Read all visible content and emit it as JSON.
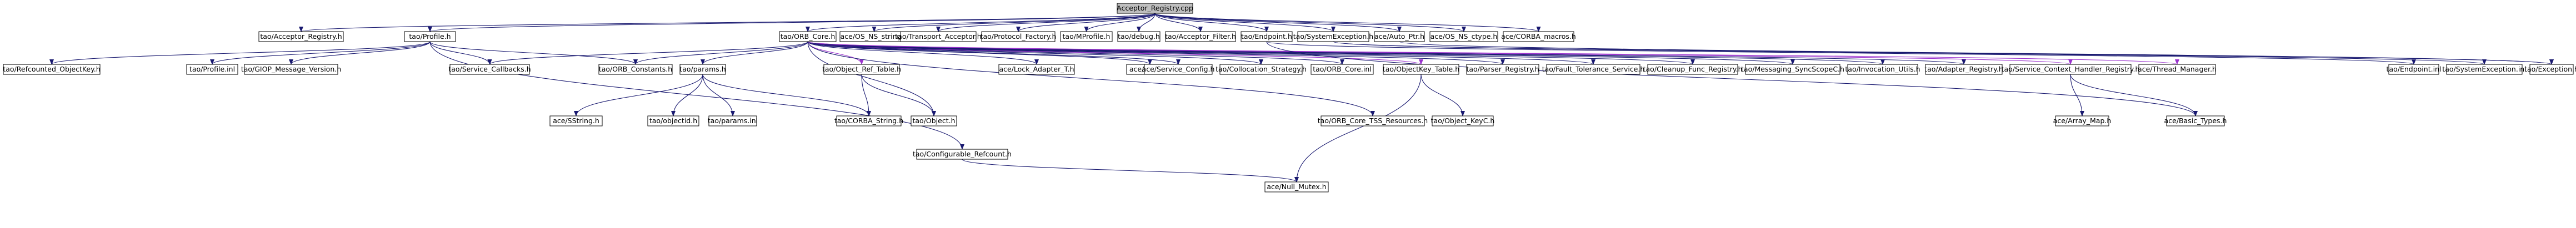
{
  "graph": {
    "root": "Acceptor_Registry.cpp",
    "edge_colors": {
      "default": "#191970",
      "alt": "#9a32cd",
      "cyan": "#40b0c0"
    },
    "node_colors": {
      "root_fill": "#bfbfbf",
      "fill": "#ffffff",
      "text": "#000000",
      "missing_border": "#ff0000"
    },
    "nodes": [
      {
        "id": "root",
        "label": "Acceptor_Registry.cpp",
        "root": true
      },
      {
        "id": "acc_reg_h",
        "label": "tao/Acceptor_Registry.h"
      },
      {
        "id": "profile_h",
        "label": "tao/Profile.h"
      },
      {
        "id": "orb_core_h",
        "label": "tao/ORB_Core.h"
      },
      {
        "id": "os_ns_string",
        "label": "ace/OS_NS_string.h"
      },
      {
        "id": "transport_acc",
        "label": "tao/Transport_Acceptor.h"
      },
      {
        "id": "protocol_factory",
        "label": "tao/Protocol_Factory.h"
      },
      {
        "id": "mprofile_h",
        "label": "tao/MProfile.h"
      },
      {
        "id": "debug_h",
        "label": "tao/debug.h"
      },
      {
        "id": "acceptor_filter",
        "label": "tao/Acceptor_Filter.h"
      },
      {
        "id": "endpoint_h",
        "label": "tao/Endpoint.h"
      },
      {
        "id": "sysexc_h",
        "label": "tao/SystemException.h"
      },
      {
        "id": "auto_ptr",
        "label": "ace/Auto_Ptr.h"
      },
      {
        "id": "os_ns_ctype",
        "label": "ace/OS_NS_ctype.h"
      },
      {
        "id": "corba_macros",
        "label": "ace/CORBA_macros.h"
      },
      {
        "id": "refcounted_ok",
        "label": "tao/Refcounted_ObjectKey.h"
      },
      {
        "id": "profile_inl",
        "label": "tao/Profile.inl"
      },
      {
        "id": "giop_msg_ver",
        "label": "tao/GIOP_Message_Version.h"
      },
      {
        "id": "svc_callbacks",
        "label": "tao/Service_Callbacks.h"
      },
      {
        "id": "orb_constants",
        "label": "tao/ORB_Constants.h"
      },
      {
        "id": "params_h",
        "label": "tao/params.h"
      },
      {
        "id": "obj_ref_table",
        "label": "tao/Object_Ref_Table.h"
      },
      {
        "id": "lock_adapter",
        "label": "ace/Lock_Adapter_T.h",
        "missing": true
      },
      {
        "id": "tss_t",
        "label": "ace/TSS_T.h",
        "missing": true
      },
      {
        "id": "service_config",
        "label": "ace/Service_Config.h"
      },
      {
        "id": "collocation_strategy",
        "label": "tao/Collocation_Strategy.h"
      },
      {
        "id": "orb_core_inl",
        "label": "tao/ORB_Core.inl",
        "missing": true
      },
      {
        "id": "objectkey_table",
        "label": "tao/ObjectKey_Table.h"
      },
      {
        "id": "parser_registry",
        "label": "tao/Parser_Registry.h"
      },
      {
        "id": "fault_tol",
        "label": "tao/Fault_Tolerance_Service.h"
      },
      {
        "id": "cleanup_func",
        "label": "tao/Cleanup_Func_Registry.h"
      },
      {
        "id": "messaging_sync",
        "label": "tao/Messaging_SyncScopeC.h"
      },
      {
        "id": "invocation_utils",
        "label": "tao/Invocation_Utils.h"
      },
      {
        "id": "adapter_registry",
        "label": "tao/Adapter_Registry.h",
        "missing": true
      },
      {
        "id": "svc_ctx_handler",
        "label": "tao/Service_Context_Handler_Registry.h"
      },
      {
        "id": "thread_manager",
        "label": "ace/Thread_Manager.h",
        "missing": true
      },
      {
        "id": "endpoint_inl",
        "label": "tao/Endpoint.inl"
      },
      {
        "id": "sysexc_inl",
        "label": "tao/SystemException.inl"
      },
      {
        "id": "exception_h",
        "label": "tao/Exception.h",
        "missing": true
      },
      {
        "id": "sstring_h",
        "label": "ace/SString.h",
        "missing": true
      },
      {
        "id": "objectid_h",
        "label": "tao/objectid.h"
      },
      {
        "id": "params_inl",
        "label": "tao/params.inl"
      },
      {
        "id": "corba_string",
        "label": "tao/CORBA_String.h"
      },
      {
        "id": "object_h",
        "label": "tao/Object.h",
        "missing": true
      },
      {
        "id": "orb_core_tss",
        "label": "tao/ORB_Core_TSS_Resources.h"
      },
      {
        "id": "object_keyc",
        "label": "tao/Object_KeyC.h"
      },
      {
        "id": "array_map",
        "label": "ace/Array_Map.h",
        "missing": true
      },
      {
        "id": "basic_types",
        "label": "ace/Basic_Types.h",
        "missing": true
      },
      {
        "id": "configurable_rc",
        "label": "tao/Configurable_Refcount.h"
      },
      {
        "id": "null_mutex",
        "label": "ace/Null_Mutex.h",
        "missing": true
      }
    ],
    "edges": [
      [
        "root",
        "acc_reg_h"
      ],
      [
        "root",
        "profile_h"
      ],
      [
        "root",
        "orb_core_h"
      ],
      [
        "root",
        "os_ns_string"
      ],
      [
        "root",
        "transport_acc"
      ],
      [
        "root",
        "protocol_factory"
      ],
      [
        "root",
        "mprofile_h"
      ],
      [
        "root",
        "debug_h"
      ],
      [
        "root",
        "acceptor_filter"
      ],
      [
        "root",
        "endpoint_h"
      ],
      [
        "root",
        "sysexc_h"
      ],
      [
        "root",
        "auto_ptr"
      ],
      [
        "root",
        "os_ns_ctype"
      ],
      [
        "root",
        "corba_macros"
      ],
      [
        "profile_h",
        "refcounted_ok"
      ],
      [
        "profile_h",
        "profile_inl"
      ],
      [
        "profile_h",
        "giop_msg_ver"
      ],
      [
        "profile_h",
        "svc_callbacks"
      ],
      [
        "profile_h",
        "orb_constants"
      ],
      [
        "profile_h",
        "configurable_rc"
      ],
      [
        "orb_core_h",
        "svc_callbacks"
      ],
      [
        "orb_core_h",
        "orb_constants"
      ],
      [
        "orb_core_h",
        "params_h"
      ],
      [
        "orb_core_h",
        "obj_ref_table"
      ],
      [
        "orb_core_h",
        "object_h"
      ],
      [
        "orb_core_h",
        "lock_adapter"
      ],
      [
        "orb_core_h",
        "tss_t"
      ],
      [
        "orb_core_h",
        "service_config"
      ],
      [
        "orb_core_h",
        "collocation_strategy"
      ],
      [
        "orb_core_h",
        "orb_core_inl"
      ],
      [
        "orb_core_h",
        "orb_core_tss"
      ],
      [
        "orb_core_h",
        "objectkey_table"
      ],
      [
        "orb_core_h",
        "parser_registry"
      ],
      [
        "orb_core_h",
        "fault_tol"
      ],
      [
        "orb_core_h",
        "cleanup_func"
      ],
      [
        "orb_core_h",
        "messaging_sync"
      ],
      [
        "orb_core_h",
        "invocation_utils"
      ],
      [
        "orb_core_h",
        "adapter_registry"
      ],
      [
        "orb_core_h",
        "svc_ctx_handler"
      ],
      [
        "orb_core_h",
        "thread_manager"
      ],
      [
        "params_h",
        "sstring_h"
      ],
      [
        "params_h",
        "objectid_h"
      ],
      [
        "params_h",
        "params_inl"
      ],
      [
        "params_h",
        "corba_string"
      ],
      [
        "obj_ref_table",
        "corba_string"
      ],
      [
        "obj_ref_table",
        "object_h"
      ],
      [
        "objectkey_table",
        "object_keyc"
      ],
      [
        "objectkey_table",
        "null_mutex"
      ],
      [
        "svc_ctx_handler",
        "array_map"
      ],
      [
        "svc_ctx_handler",
        "basic_types"
      ],
      [
        "endpoint_h",
        "endpoint_inl"
      ],
      [
        "endpoint_h",
        "basic_types"
      ],
      [
        "sysexc_h",
        "sysexc_inl"
      ],
      [
        "sysexc_h",
        "exception_h"
      ],
      [
        "configurable_rc",
        "null_mutex"
      ],
      [
        "auto_ptr",
        "exception_h"
      ]
    ]
  }
}
